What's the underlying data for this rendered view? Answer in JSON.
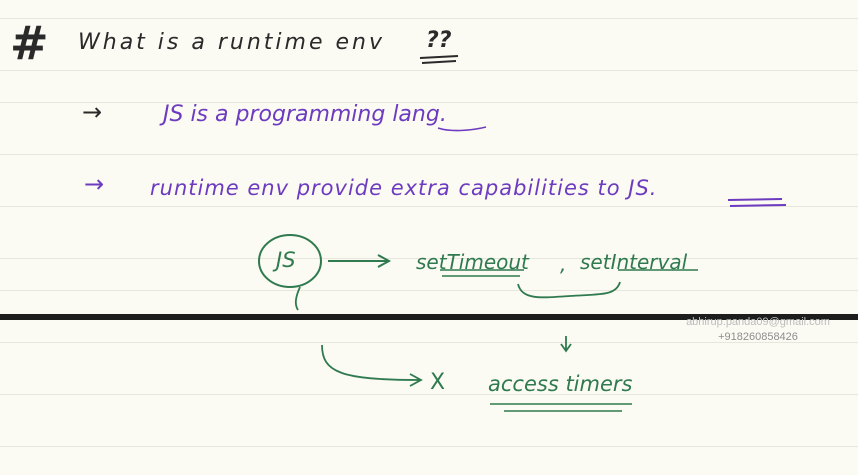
{
  "heading": {
    "hash": "#",
    "title": "What is a runtime env",
    "marks": "??"
  },
  "notes": {
    "line1_arrow": "→",
    "line1": "JS is a programming lang.",
    "line2_arrow": "→",
    "line2": "runtime env provide extra capabilities to JS."
  },
  "diagram": {
    "js_label": "JS",
    "set_timeout": "setTimeout",
    "comma": ",",
    "set_interval": "setInterval",
    "access_timers": "access timers",
    "cross": "X"
  },
  "watermark": {
    "email": "abhirup.panda09@gmail.com",
    "phone": "+918260858426"
  },
  "colors": {
    "dark_ink": "#2a2a2a",
    "purple_ink": "#6d3bbf",
    "green_ink": "#2f7a4f"
  }
}
